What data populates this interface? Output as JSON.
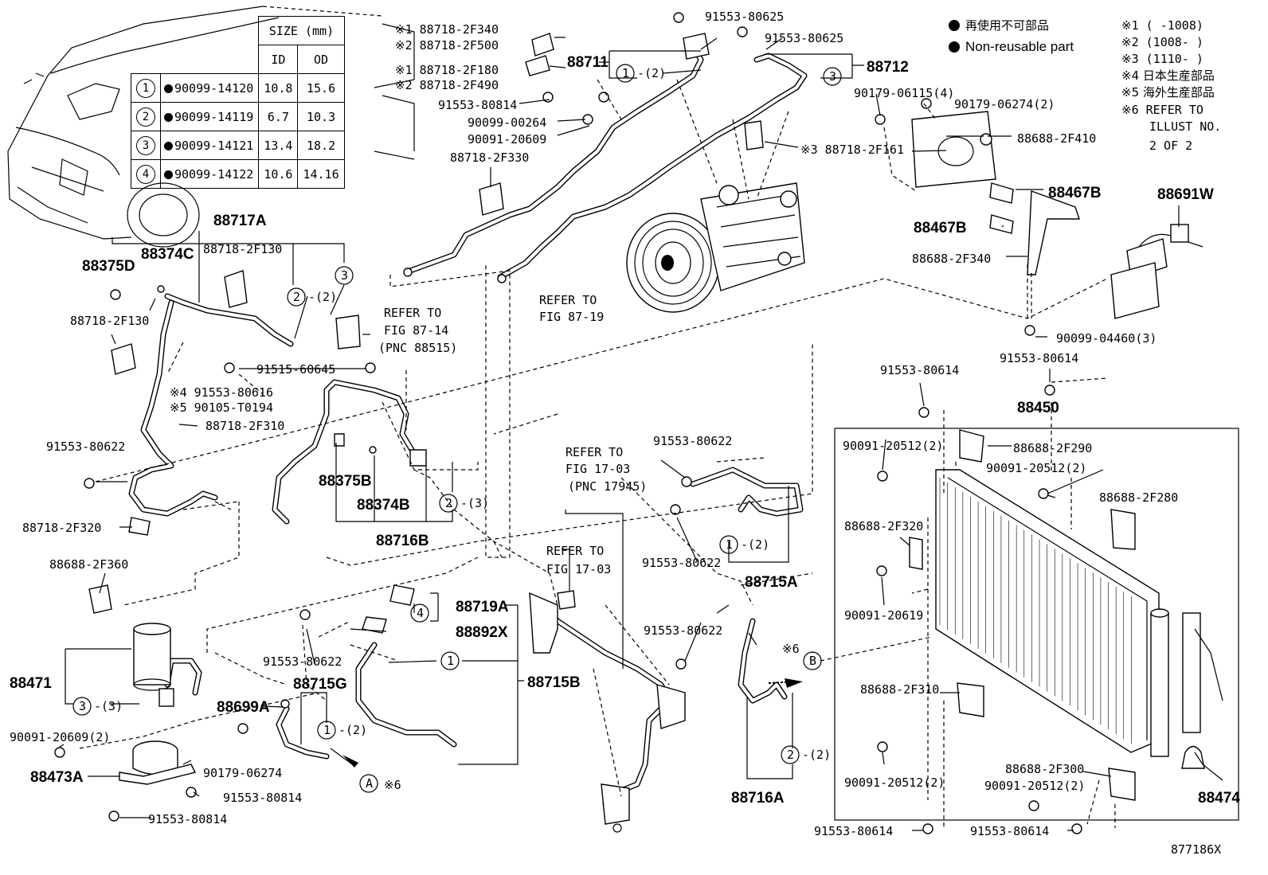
{
  "size_table": {
    "header": "SIZE (mm)",
    "col_id": "ID",
    "col_od": "OD",
    "rows": [
      {
        "no": "1",
        "part": "90099-14120",
        "id": "10.8",
        "od": "15.6"
      },
      {
        "no": "2",
        "part": "90099-14119",
        "id": "6.7",
        "od": "10.3"
      },
      {
        "no": "3",
        "part": "90099-14121",
        "id": "13.4",
        "od": "18.2"
      },
      {
        "no": "4",
        "part": "90099-14122",
        "id": "10.6",
        "od": "14.16"
      }
    ]
  },
  "legend": {
    "jp": "再使用不可部品",
    "en": "Non-reusable part",
    "notes": [
      "※1 (      -1008)",
      "※2 (1008-      )",
      "※3 (1110-      )",
      "※4 日本生産部品",
      "※5 海外生産部品",
      "※6 REFER TO",
      "ILLUST NO.",
      "2 OF 2"
    ]
  },
  "labels": {
    "l88711": "88711",
    "l88712": "88712",
    "l88717A": "88717A",
    "l88374C": "88374C",
    "l88375D": "88375D",
    "l88467B1": "88467B",
    "l88467B2": "88467B",
    "l88691W": "88691W",
    "l88450": "88450",
    "l88375B": "88375B",
    "l88374B": "88374B",
    "l88716B": "88716B",
    "l88715A": "88715A",
    "l88719A": "88719A",
    "l88892X": "88892X",
    "l88715G": "88715G",
    "l88715B": "88715B",
    "l88471": "88471",
    "l88699A": "88699A",
    "l88473A": "88473A",
    "l88716A": "88716A",
    "l88474": "88474",
    "p1": "※1 88718-2F340",
    "p2": "※2 88718-2F500",
    "p3": "※1 88718-2F180",
    "p4": "※2 88718-2F490",
    "p5": "91553-80814",
    "p6": "90099-00264",
    "p7": "90091-20609",
    "p8": "88718-2F330",
    "p9": "91553-80625",
    "p10": "91553-80625",
    "p11": "90179-06115(4)",
    "p12": "90179-06274(2)",
    "p13": "88688-2F410",
    "p14": "※3 88718-2F161",
    "p15": "88688-2F340",
    "p16": "88718-2F130",
    "p17": "88718-2F130",
    "p18": "REFER TO",
    "p19": "FIG 87-14",
    "p20": "(PNC 88515)",
    "p21": "91515-60645",
    "p22": "※4 91553-80616",
    "p23": "※5 90105-T0194",
    "p24": "88718-2F310",
    "p25": "91553-80622",
    "p26": "88718-2F320",
    "p27": "88688-2F360",
    "p28": "REFER TO",
    "p29": "FIG 87-19",
    "p30": "90099-04460(3)",
    "p31": "91553-80614",
    "p32": "91553-80614",
    "p33": "90091-20512(2)",
    "p34": "88688-2F290",
    "p35": "90091-20512(2)",
    "p36": "88688-2F280",
    "p37": "88688-2F320",
    "p38": "90091-20619",
    "p39": "88688-2F310",
    "p40": "90091-20512(2)",
    "p41": "88688-2F300",
    "p42": "90091-20512(2)",
    "p43": "91553-80614",
    "p44": "91553-80614",
    "p45": "91553-80622",
    "p46": "91553-80622",
    "p47": "REFER TO",
    "p48": "FIG 17-03",
    "p49": "(PNC 17945)",
    "p50": "REFER TO",
    "p51": "FIG 17-03",
    "p52": "91553-80622",
    "p53": "91553-80622",
    "p54": "90091-20609(2)",
    "p55": "90179-06274",
    "p56": "91553-80814",
    "p57": "91553-80814",
    "p58": "※6",
    "p59": "※6",
    "p60": "877186X",
    "c1": "1",
    "c2": "-(2)",
    "c3": "3",
    "c4": "2",
    "c5": "-(2)",
    "c6": "3",
    "c7": "2",
    "c8": "-(3)",
    "c9": "1",
    "c10": "-(2)",
    "c11": "4",
    "c12": "1",
    "c13": "3",
    "c14": "-(3)",
    "c15": "1",
    "c16": "-(2)",
    "c17": "2",
    "c18": "-(2)",
    "cA": "A",
    "cB": "B"
  }
}
